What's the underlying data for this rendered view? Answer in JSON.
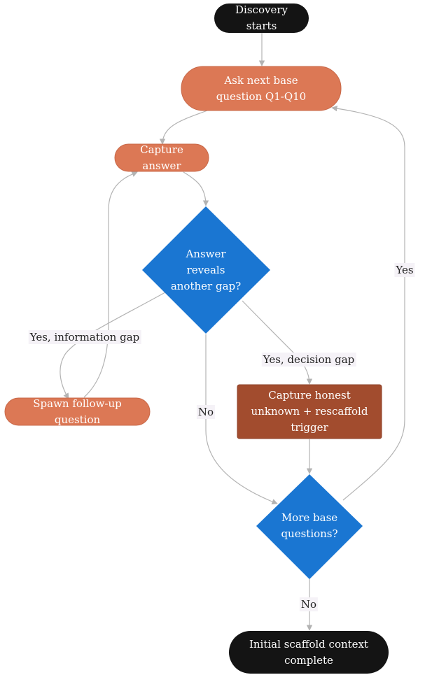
{
  "colors": {
    "terminal": "#141414",
    "process": "#dc7855",
    "process_stroke": "#c86848",
    "process_dark": "#a24c2e",
    "decision": "#1a76d2",
    "edge": "#b3b3b3",
    "label_bg": "#f5f2f7"
  },
  "nodes": {
    "start": "Discovery starts",
    "ask": "Ask next base question Q1-Q10",
    "capture": "Capture answer",
    "gap_decision": "Answer reveals another gap?",
    "spawn": "Spawn follow-up question",
    "unknown": "Capture honest unknown + rescaffold trigger",
    "more_decision": "More base questions?",
    "end": "Initial scaffold context complete"
  },
  "edge_labels": {
    "info_gap": "Yes, information gap",
    "decision_gap": "Yes, decision gap",
    "no_gap": "No",
    "more_yes": "Yes",
    "more_no": "No"
  }
}
